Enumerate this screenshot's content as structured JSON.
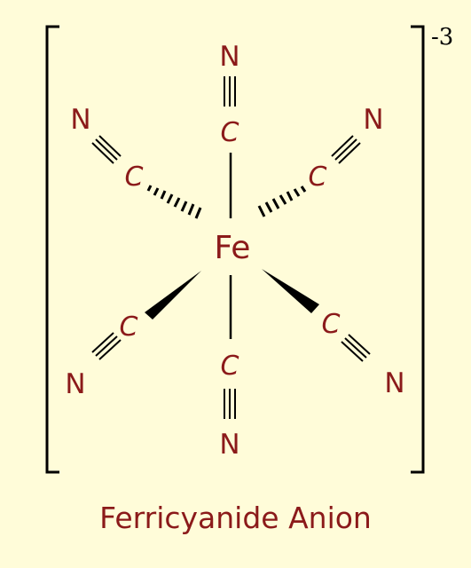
{
  "title": "Ferricyanide Anion",
  "charge": "-3",
  "center_atom": "Fe",
  "ligands": [
    {
      "id": "top",
      "carbon": "C",
      "nitrogen": "N",
      "bond_to_metal": "plain"
    },
    {
      "id": "bottom",
      "carbon": "C",
      "nitrogen": "N",
      "bond_to_metal": "plain"
    },
    {
      "id": "upper-left",
      "carbon": "C",
      "nitrogen": "N",
      "bond_to_metal": "hashed"
    },
    {
      "id": "upper-right",
      "carbon": "C",
      "nitrogen": "N",
      "bond_to_metal": "hashed"
    },
    {
      "id": "lower-left",
      "carbon": "C",
      "nitrogen": "N",
      "bond_to_metal": "wedge"
    },
    {
      "id": "lower-right",
      "carbon": "C",
      "nitrogen": "N",
      "bond_to_metal": "wedge"
    }
  ],
  "colors": {
    "background": "#FFFCD9",
    "atom_text": "#8B1A1A",
    "bonds": "#000000"
  }
}
